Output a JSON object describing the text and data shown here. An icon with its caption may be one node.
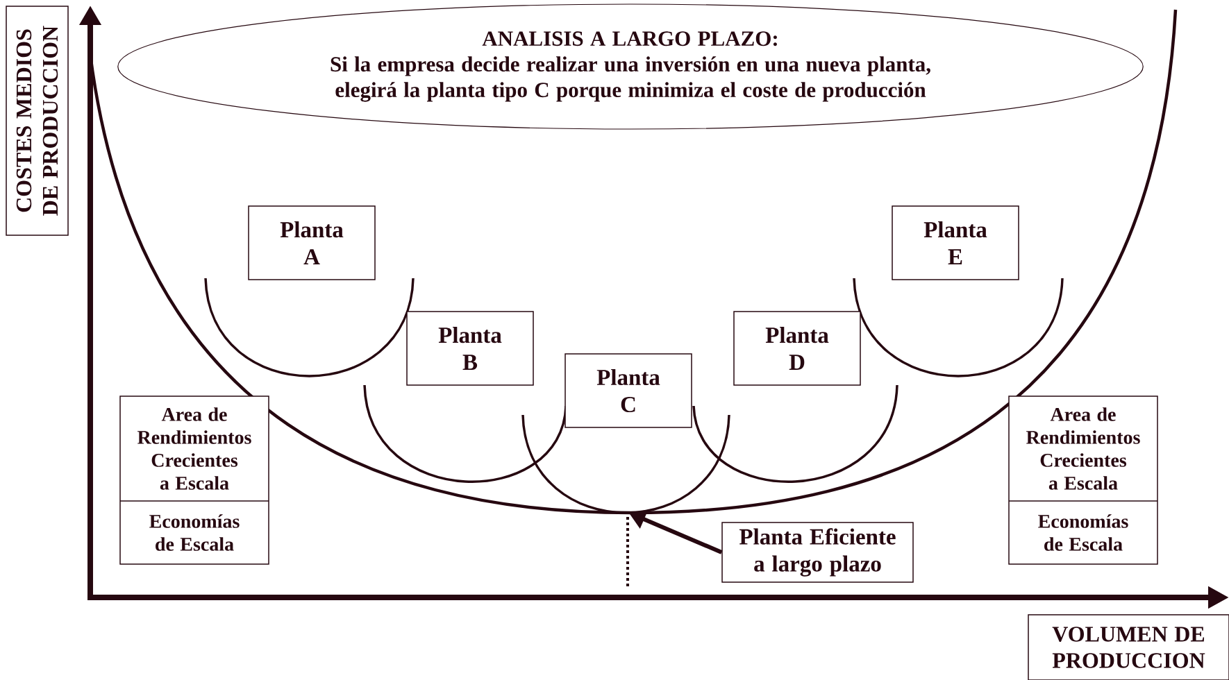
{
  "diagram": {
    "nodes": [
      {
        "text": [
          "ANALISIS A LARGO PLAZO:",
          "Si la empresa decide realizar una inversión en una nueva planta, elegirá la planta tipo C porque minimiza el coste de producción"
        ]
      },
      {
        "text": [
          "Planta A"
        ]
      },
      {
        "text": [
          "Planta B"
        ]
      },
      {
        "text": [
          "Planta C"
        ]
      },
      {
        "text": [
          "Planta D"
        ]
      },
      {
        "text": [
          "Planta E"
        ]
      },
      {
        "text": [
          "Area de Rendimientos Crecientes a Escala",
          "Economías de Escala"
        ]
      },
      {
        "text": [
          "Area de Rendimientos Crecientes a Escala",
          "Economías de Escala"
        ]
      },
      {
        "text": [
          "Planta Eficiente a largo plazo"
        ]
      },
      {
        "text": [
          "COSTES MEDIOS DE PRODUCCION"
        ]
      },
      {
        "text": [
          "VOLUMEN DE PRODUCCION"
        ]
      }
    ],
    "edges": [
      {
        "from": 8,
        "to": 3,
        "arrow": "to"
      }
    ]
  }
}
